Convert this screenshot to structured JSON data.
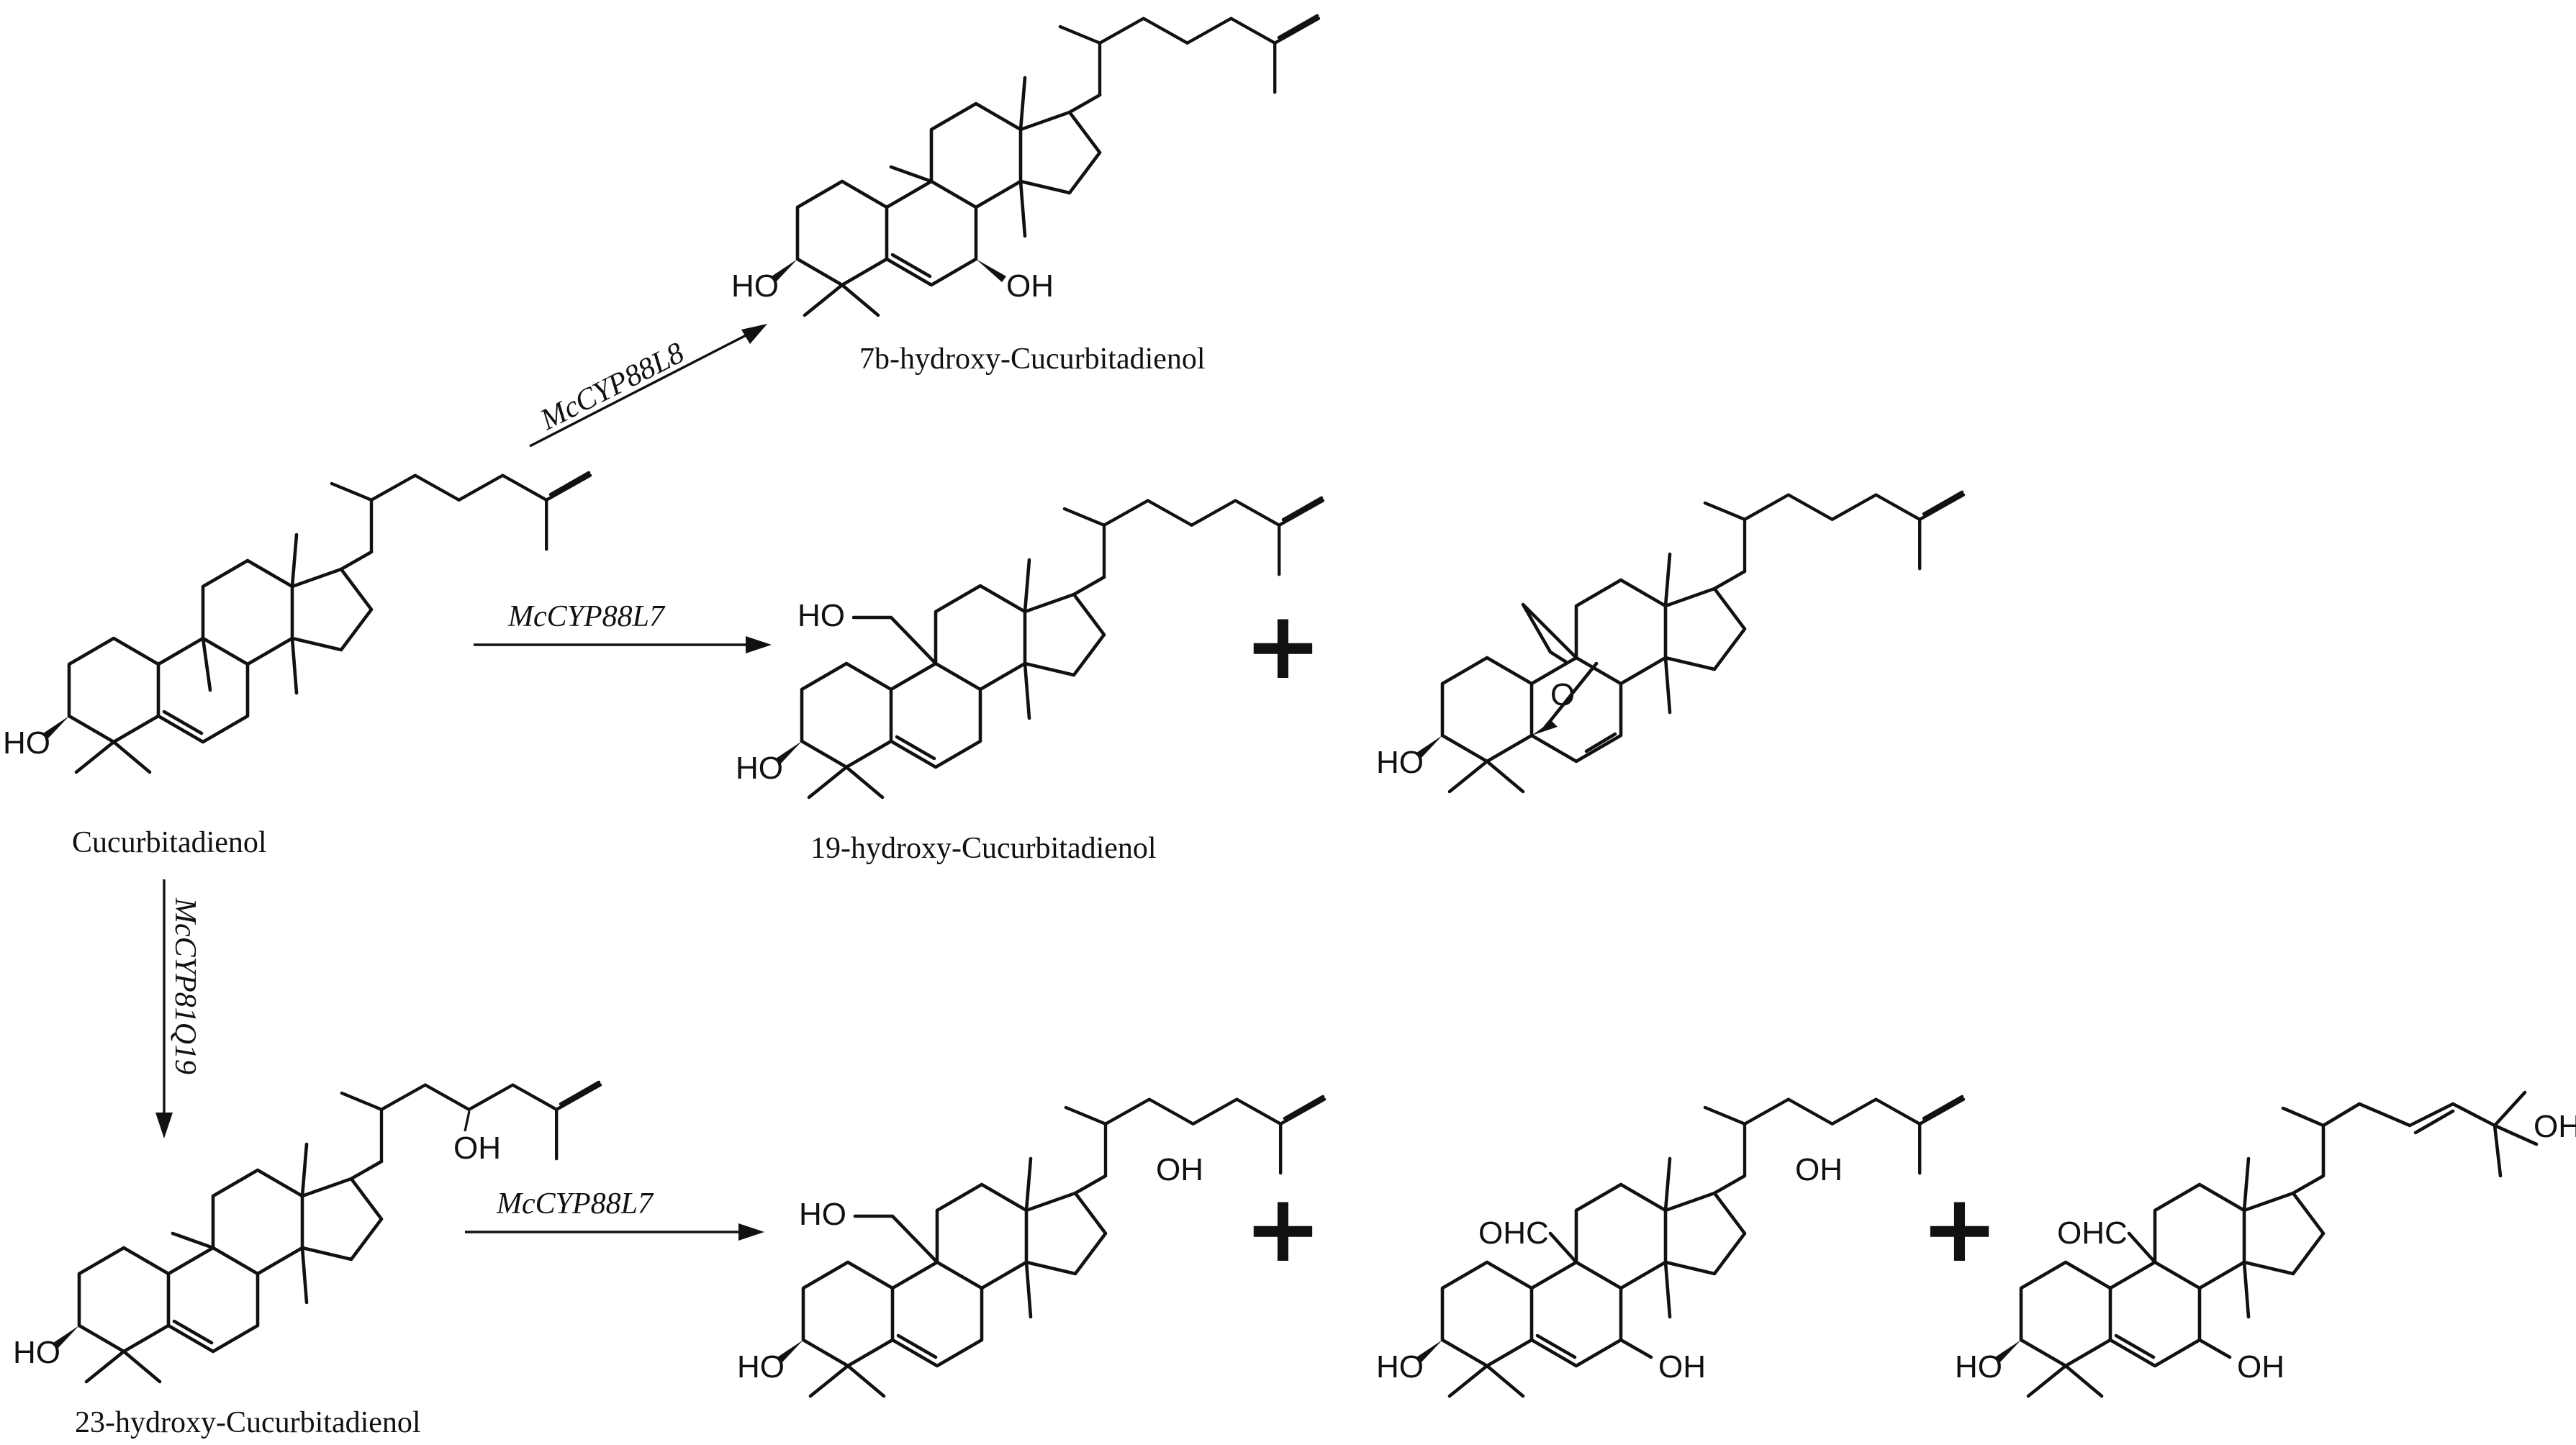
{
  "compounds": {
    "start": "Cucurbitadienol",
    "p7b": "7b-hydroxy-Cucurbitadienol",
    "p19": "19-hydroxy-Cucurbitadienol",
    "p23": "23-hydroxy-Cucurbitadienol"
  },
  "enzymes": {
    "e1": "McCYP88L8",
    "e2": "McCYP88L7",
    "e3": "McCYP81Q19",
    "e4": "McCYP88L7"
  },
  "symbols": {
    "plus": "+"
  },
  "atoms": {
    "ho": "HO",
    "oh": "OH",
    "o": "O",
    "ohc": "OHC"
  }
}
